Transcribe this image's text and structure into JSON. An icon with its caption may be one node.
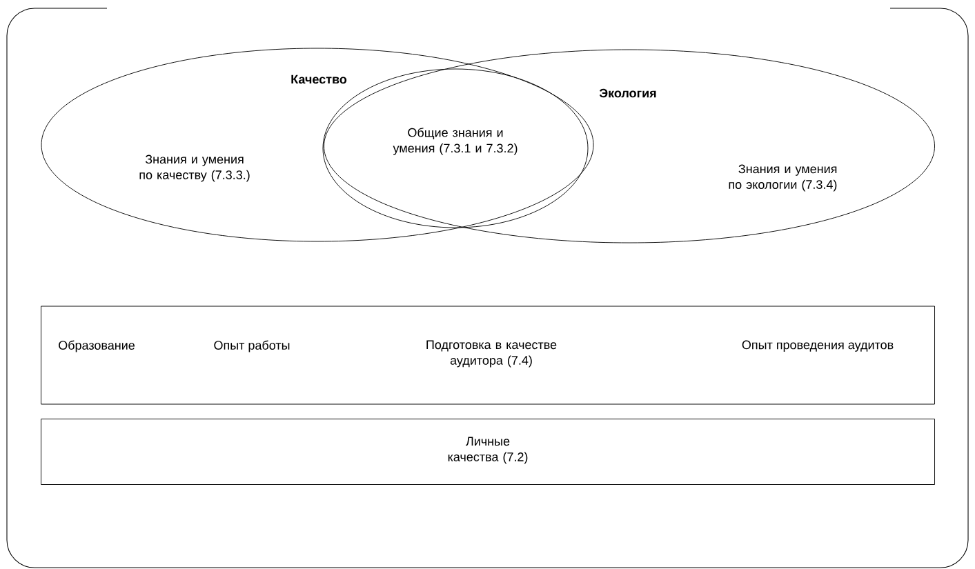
{
  "diagram": {
    "nodes": [
      {
        "text": [
          "Качество",
          "Знания и умения по качеству (7.3.3.)"
        ]
      },
      {
        "text": [
          "Экология",
          "Знания и умения по экологии (7.3.4)"
        ]
      },
      {
        "text": [
          "Общие знания и умения (7.3.1 и 7.3.2)"
        ]
      },
      {
        "text": [
          "Образование",
          "Опыт работы",
          "Подготовка в качестве аудитора (7.4)",
          "Опыт проведения аудитов"
        ]
      },
      {
        "text": [
          "Личные качества (7.2)"
        ]
      }
    ]
  }
}
